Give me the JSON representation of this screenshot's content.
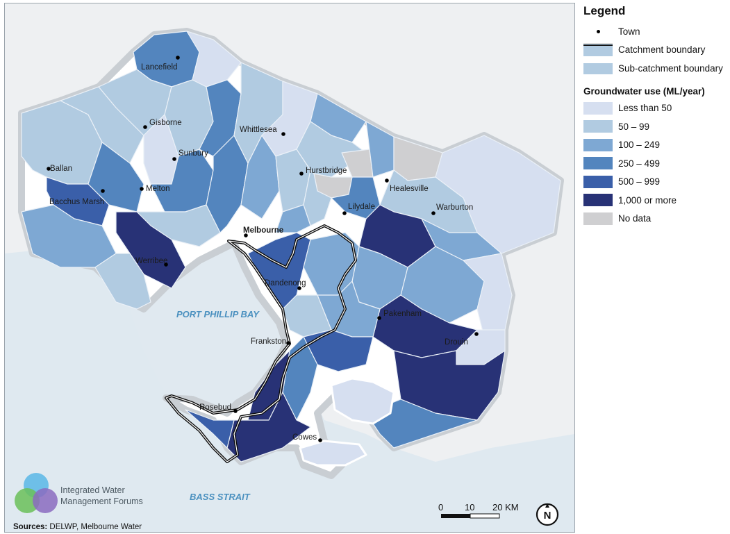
{
  "legend": {
    "title": "Legend",
    "town": "Town",
    "catchment_boundary": "Catchment boundary",
    "subcatchment_boundary": "Sub-catchment boundary",
    "gw_title": "Groundwater use (ML/year)",
    "classes": [
      {
        "label": "Less than 50",
        "color": "#d6dff0"
      },
      {
        "label": "50 – 99",
        "color": "#b1cbe1"
      },
      {
        "label": "100 – 249",
        "color": "#7ea8d3"
      },
      {
        "label": "250 – 499",
        "color": "#5385be"
      },
      {
        "label": "500 – 999",
        "color": "#3a5fa9"
      },
      {
        "label": "1,000 or more",
        "color": "#283276"
      },
      {
        "label": "No data",
        "color": "#cfcfd1"
      }
    ]
  },
  "towns": {
    "lancefield": "Lancefield",
    "gisborne": "Gisborne",
    "sunbury": "Sunbury",
    "ballan": "Ballan",
    "melton": "Melton",
    "bacchus_marsh": "Bacchus Marsh",
    "whittlesea": "Whittlesea",
    "hurstbridge": "Hurstbridge",
    "healesville": "Healesville",
    "warburton": "Warburton",
    "lilydale": "Lilydale",
    "melbourne": "Melbourne",
    "werribee": "Werribee",
    "dandenong": "Dandenong",
    "pakenham": "Pakenham",
    "drouin": "Drouin",
    "frankston": "Frankston",
    "rosebud": "Rosebud",
    "cowes": "Cowes"
  },
  "water": {
    "port_phillip": "PORT PHILLIP BAY",
    "bass_strait": "BASS STRAIT"
  },
  "logo": {
    "line1": "Integrated Water",
    "line2": "Management Forums"
  },
  "sources": {
    "label": "Sources:",
    "text": " DELWP, Melbourne Water"
  },
  "scalebar": {
    "t0": "0",
    "t10": "10",
    "t20": "20 KM"
  },
  "north": "N"
}
